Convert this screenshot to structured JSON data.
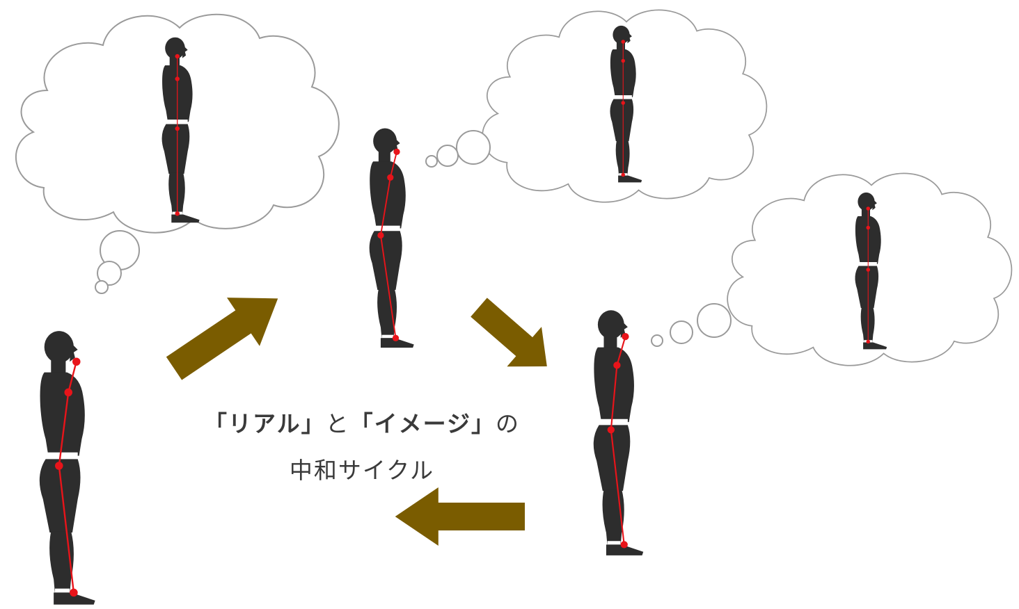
{
  "caption": {
    "bracket_open": "「",
    "bracket_close": "」",
    "term_real": "リアル",
    "connector_to": "と",
    "term_image": "イメージ",
    "particle_no": "の",
    "line2": "中和サイクル"
  },
  "colors": {
    "silhouette": "#2d2d2d",
    "alignment_point": "#e8141a",
    "alignment_line": "#e8141a",
    "arrow": "#7a5c00",
    "cloud_stroke": "#9a9a9a",
    "caption_text": "#3a3a3a"
  },
  "icons": {
    "arrow": "thick-arrow-icon",
    "thought_cloud": "thought-cloud-icon",
    "figure": "standing-person-silhouette-icon"
  }
}
